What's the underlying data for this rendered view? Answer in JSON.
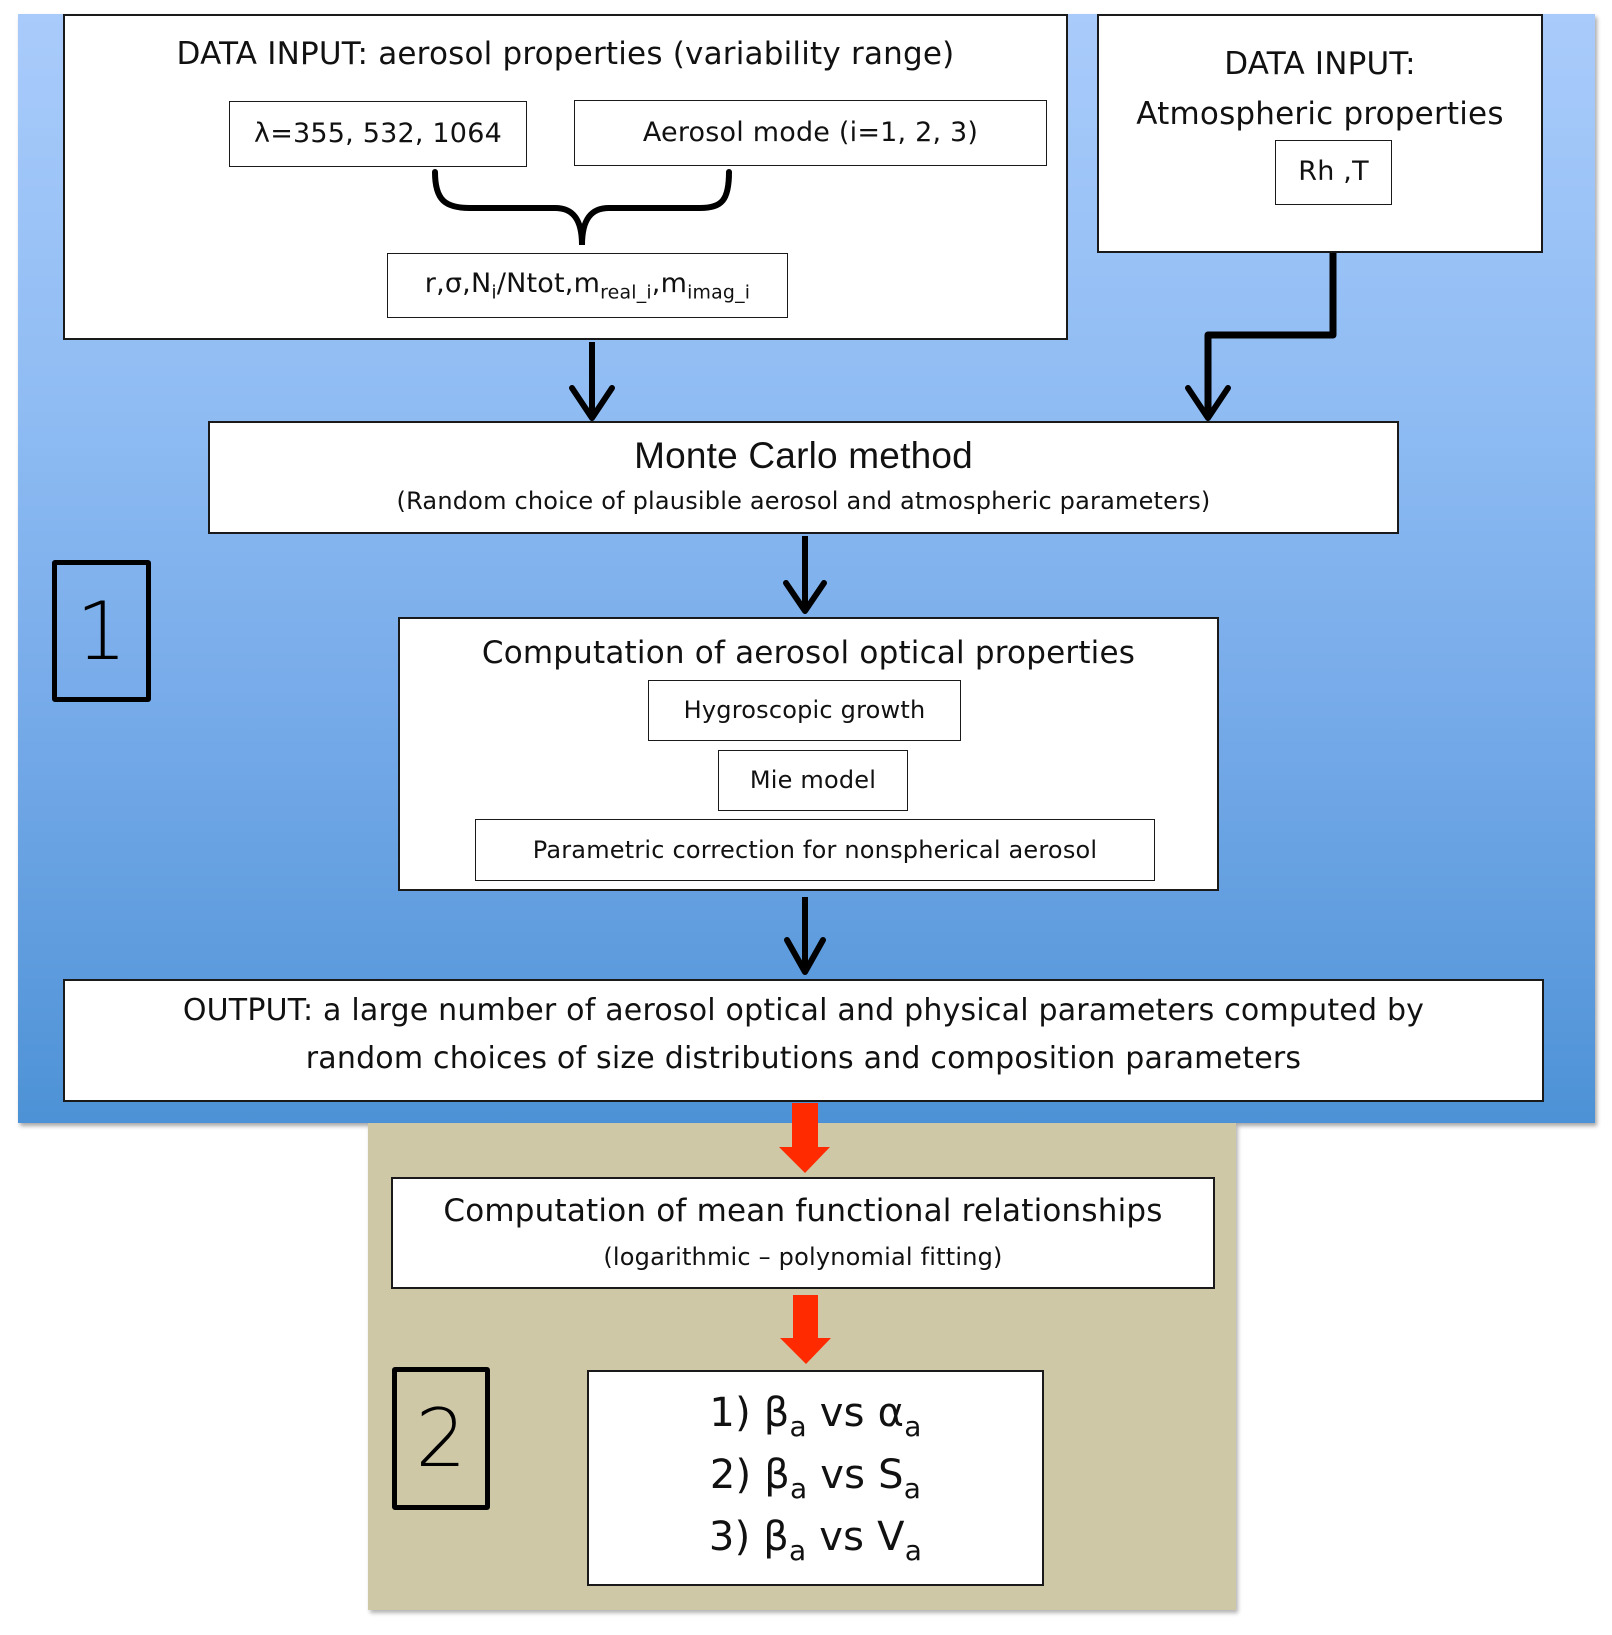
{
  "diagram": {
    "section_labels": {
      "section1": "1",
      "section2": "2"
    },
    "aerosol_input": {
      "title": "DATA INPUT:  aerosol properties (variability range)",
      "wavelengths": "λ=355, 532, 1064",
      "modes": "Aerosol mode (i=1, 2, 3)",
      "params": {
        "prefix": "r,σ,N",
        "ni_sub": "i",
        "mid": "/Ntot,m",
        "mreal_sub": "real_i",
        "sep": ",m",
        "mimag_sub": "imag_i"
      }
    },
    "atmospheric_input": {
      "title_line1": "DATA INPUT:",
      "title_line2": "Atmospheric properties",
      "params": "Rh ,T"
    },
    "monte_carlo": {
      "title": "Monte Carlo method",
      "subtitle": "(Random choice of plausible aerosol and atmospheric parameters)"
    },
    "optical_computation": {
      "title": "Computation of aerosol optical properties",
      "steps": [
        "Hygroscopic growth",
        "Mie model",
        "Parametric correction for nonspherical aerosol"
      ]
    },
    "output": {
      "line1": "OUTPUT: a large number of aerosol optical and physical parameters computed by",
      "line2": "random choices of size distributions and composition parameters"
    },
    "mean_relationships": {
      "title": "Computation of mean functional relationships",
      "subtitle": "(logarithmic – polynomial fitting)"
    },
    "results": [
      {
        "num": "1) ",
        "a": "β",
        "a_sub": "a",
        "vs": " vs ",
        "b": "α",
        "b_sub": "a"
      },
      {
        "num": "2) ",
        "a": "β",
        "a_sub": "a",
        "vs": " vs ",
        "b": "S",
        "b_sub": "a"
      },
      {
        "num": "3) ",
        "a": "β",
        "a_sub": "a",
        "vs": " vs ",
        "b": "V",
        "b_sub": "a"
      }
    ],
    "colors": {
      "panel1_top": "#a9cbfb",
      "panel1_bottom": "#4d92d6",
      "panel2": "#cec8a7",
      "stage2_arrow": "#ff2a00",
      "stage1_arrow": "#000000"
    }
  }
}
